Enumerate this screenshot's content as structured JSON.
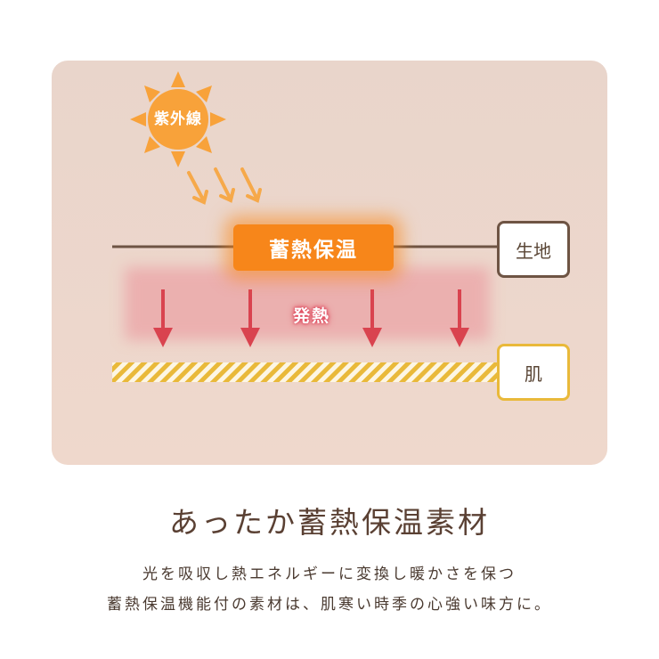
{
  "diagram": {
    "sun_label": "紫外線",
    "heat_retention_label": "蓄熱保温",
    "heat_generation_label": "発熱",
    "fabric_label": "生地",
    "skin_label": "肌"
  },
  "colors": {
    "panel_background": "#ecd6cc",
    "sun": "#f8a23a",
    "heat_box": "#f7861a",
    "arrow_red": "#d9434f",
    "fabric_line": "#6e5444",
    "skin_hatch": "#e9b93a"
  },
  "title": "あったか蓄熱保温素材",
  "description": {
    "line1": "光を吸収し熱エネルギーに変換し暖かさを保つ",
    "line2": "蓄熱保温機能付の素材は、肌寒い時季の心強い味方に。"
  }
}
